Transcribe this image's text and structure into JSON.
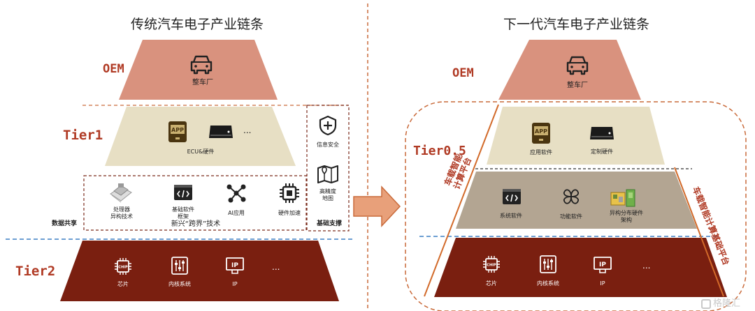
{
  "left": {
    "title": "传统汽车电子产业链条",
    "oem_label": "OEM",
    "oem_item": "整车厂",
    "tier1_label": "Tier1",
    "tier1_item": "ECU&硬件",
    "ellipsis": "...",
    "mid_items": [
      "处理器\n异构技术",
      "基础软件\n框架",
      "AI应用",
      "硬件加速"
    ],
    "mid_caption": "新兴“跨界”技术",
    "data_share": "数据共享",
    "right_items": [
      "信息安全",
      "高精度\n地图"
    ],
    "base_support": "基础支撑",
    "tier2_label": "Tier2",
    "tier2_items": [
      "芯片",
      "内核系统",
      "IP"
    ]
  },
  "right": {
    "title": "下一代汽车电子产业链条",
    "oem_label": "OEM",
    "oem_item": "整车厂",
    "tier05_label": "Tier0.5",
    "tier05_items": [
      "应用软件",
      "定制硬件"
    ],
    "platform_items": [
      "系统软件",
      "功能软件",
      "异构分布硬件\n架构"
    ],
    "left_vertical": "车载智能\n计算平台",
    "right_vertical": "车载智能计算基础平台",
    "tier2_items": [
      "芯片",
      "内核系统",
      "IP"
    ],
    "ellipsis": "..."
  },
  "icons": {
    "chip_text": "CHIP",
    "ip_text": "IP",
    "app_text": "APP"
  },
  "watermark": "格隆汇",
  "colors": {
    "oem": "#d9927e",
    "tier1": "#e7dfc4",
    "platform": "#b3a592",
    "tier2": "#7a1f10",
    "accent": "#b03a24",
    "dash_orange": "#c96a3a",
    "dash_blue": "#3b7fc4"
  }
}
